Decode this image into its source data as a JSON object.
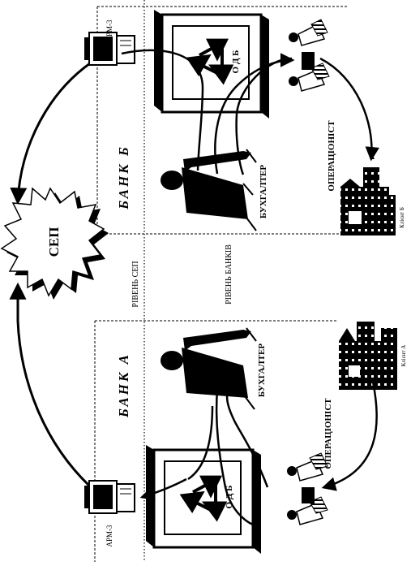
{
  "labels": {
    "arm3_top": "АРМ-3",
    "arm3_bottom": "АРМ-3",
    "odb_top": "О Д Б",
    "odb_bottom": "О Д Б",
    "operator_top": "ОПЕРАЦІОНІСТ",
    "operator_bottom": "ОПЕРАЦІОНІСТ",
    "accountant_top": "БУХГАЛТЕР",
    "accountant_bottom": "БУХГАЛТЕР",
    "bank_b": "БАНК Б",
    "bank_a": "БАНК А",
    "client_b": "Клієнт Б",
    "client_a": "Клієнт А",
    "sep": "СЕП",
    "level_sep": "РІВЕНЬ СЕП",
    "level_banks": "РІВЕНЬ БАНКІВ"
  },
  "colors": {
    "ink": "#000000",
    "paper": "#ffffff",
    "gray": "#9a9a9a"
  }
}
